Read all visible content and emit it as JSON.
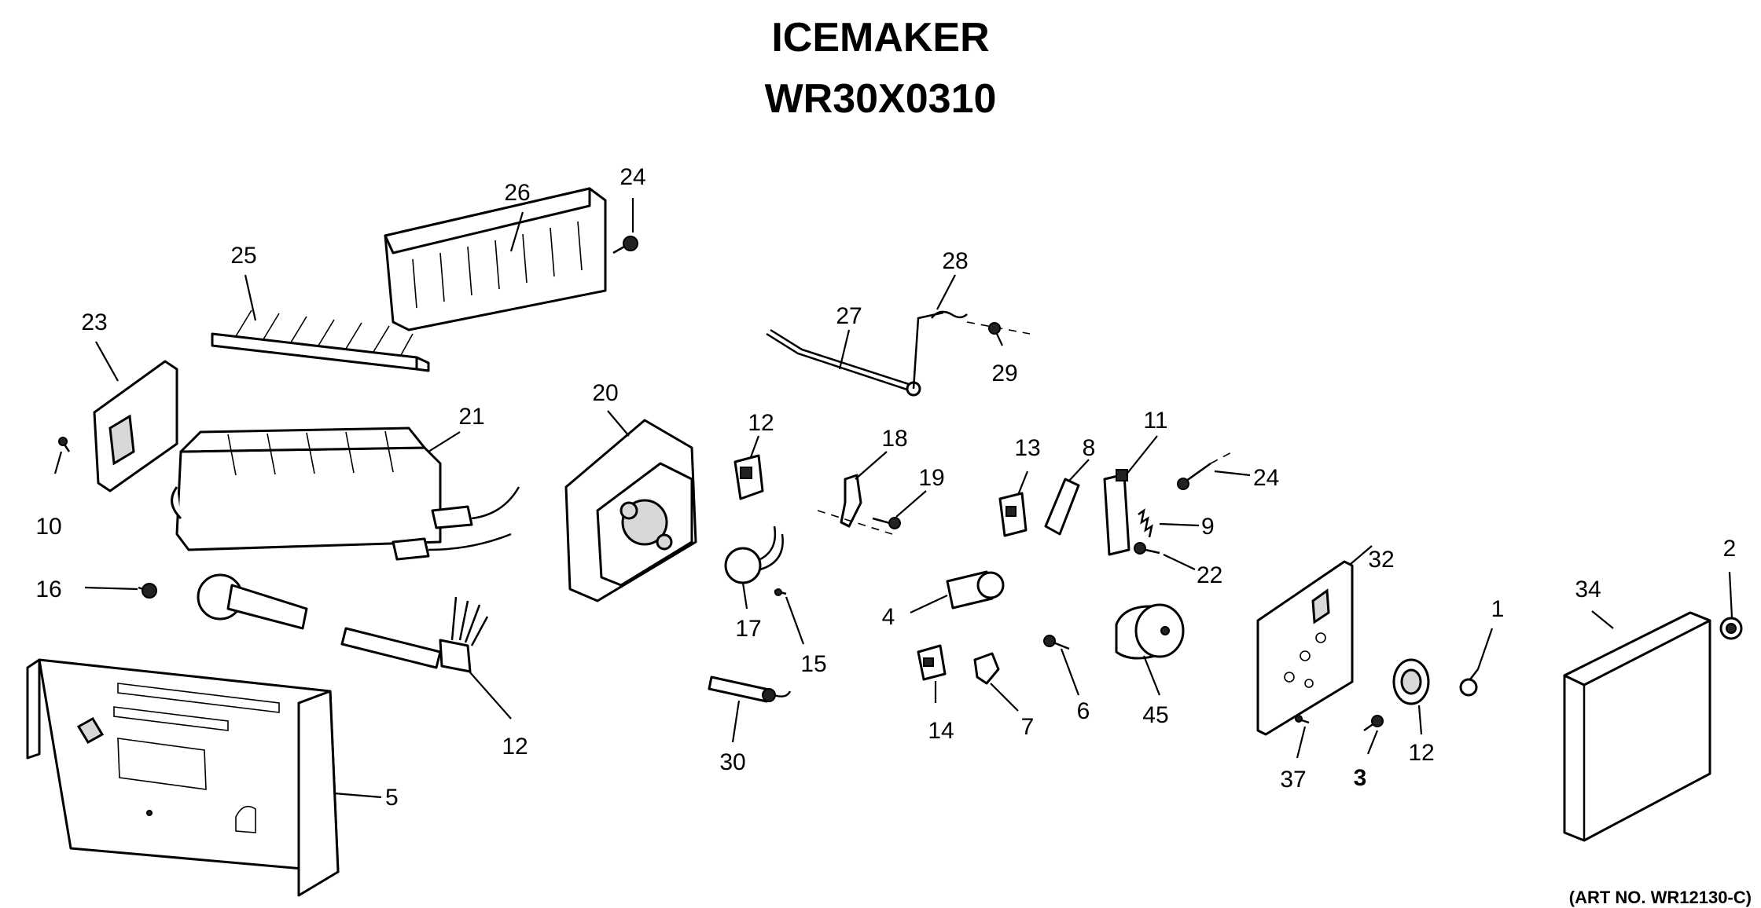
{
  "title": "ICEMAKER",
  "model": "WR30X0310",
  "footer": "(ART NO. WR12130-C)",
  "callouts": [
    "26",
    "24",
    "25",
    "23",
    "28",
    "27",
    "29",
    "20",
    "21",
    "12",
    "18",
    "19",
    "13",
    "8",
    "11",
    "24",
    "10",
    "9",
    "22",
    "16",
    "17",
    "15",
    "4",
    "32",
    "2",
    "1",
    "34",
    "12",
    "14",
    "7",
    "6",
    "45",
    "30",
    "5",
    "37",
    "3",
    "12"
  ]
}
